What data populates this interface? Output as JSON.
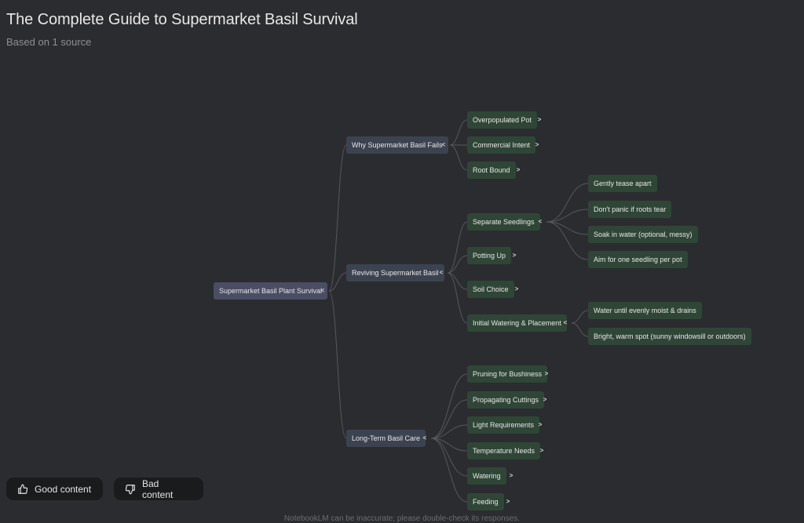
{
  "page": {
    "title": "The Complete Guide to Supermarket Basil Survival",
    "subtitle": "Based on 1 source",
    "disclaimer": "NotebookLM can be inaccurate; please double-check its responses."
  },
  "mindmap": {
    "root": {
      "label": "Supermarket Basil Plant Survival"
    },
    "collapse_symbol": "<",
    "expand_symbol": ">",
    "branches": [
      {
        "label": "Why Supermarket Basil Fails",
        "children": [
          {
            "label": "Overpopulated Pot",
            "children": []
          },
          {
            "label": "Commercial Intent",
            "children": []
          },
          {
            "label": "Root Bound",
            "children": []
          }
        ]
      },
      {
        "label": "Reviving Supermarket Basil",
        "children": [
          {
            "label": "Separate Seedlings",
            "children": [
              "Gently tease apart",
              "Don't panic if roots tear",
              "Soak in water (optional, messy)",
              "Aim for one seedling per pot"
            ]
          },
          {
            "label": "Potting Up",
            "children": []
          },
          {
            "label": "Soil Choice",
            "children": []
          },
          {
            "label": "Initial Watering & Placement",
            "children": [
              "Water until evenly moist & drains",
              "Bright, warm spot (sunny windowsill or outdoors)"
            ]
          }
        ]
      },
      {
        "label": "Long-Term Basil Care",
        "children": [
          {
            "label": "Pruning for Bushiness",
            "children": []
          },
          {
            "label": "Propagating Cuttings",
            "children": []
          },
          {
            "label": "Light Requirements",
            "children": []
          },
          {
            "label": "Temperature Needs",
            "children": []
          },
          {
            "label": "Watering",
            "children": []
          },
          {
            "label": "Feeding",
            "children": []
          }
        ]
      }
    ]
  },
  "feedback": {
    "good_label": "Good content",
    "bad_label": "Bad content",
    "good_icon": "thumbs-up-icon",
    "bad_icon": "thumbs-down-icon"
  },
  "colors": {
    "background": "#2b2c2f",
    "root_node": "#4a4d63",
    "branch_node": "#3c4350",
    "leaf_node": "#2f4637",
    "connector": "#55585e"
  }
}
